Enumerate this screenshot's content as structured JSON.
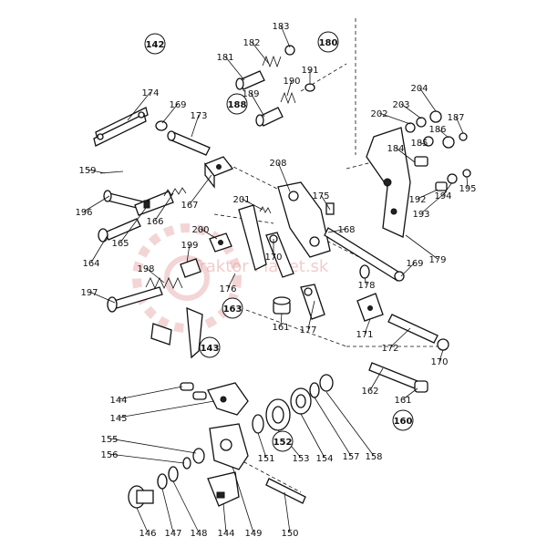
{
  "watermark": "Traktor Planet.sk",
  "labels": [
    "142",
    "174",
    "169",
    "173",
    "159",
    "196",
    "165",
    "164",
    "166",
    "167",
    "200",
    "199",
    "198",
    "197",
    "176",
    "163",
    "143",
    "183",
    "182",
    "181",
    "180",
    "191",
    "190",
    "189",
    "188",
    "208",
    "201",
    "175",
    "168",
    "170",
    "161",
    "177",
    "171",
    "172",
    "178",
    "169b",
    "179",
    "203",
    "204",
    "202",
    "185",
    "186",
    "187",
    "184",
    "192",
    "194",
    "195",
    "193",
    "144",
    "145",
    "155",
    "156",
    "151",
    "152",
    "153",
    "154",
    "157",
    "158",
    "160",
    "162",
    "161b",
    "170b",
    "146",
    "147",
    "148",
    "144b",
    "149",
    "150"
  ],
  "label_text": {
    "142": "142",
    "174": "174",
    "169": "169",
    "173": "173",
    "159": "159",
    "196": "196",
    "165": "165",
    "164": "164",
    "166": "166",
    "167": "167",
    "200": "200",
    "199": "199",
    "198": "198",
    "197": "197",
    "176": "176",
    "163": "163",
    "143": "143",
    "183": "183",
    "182": "182",
    "181": "181",
    "180": "180",
    "191": "191",
    "190": "190",
    "189": "189",
    "188": "188",
    "208": "208",
    "201": "201",
    "175": "175",
    "168": "168",
    "170": "170",
    "161": "161",
    "177": "177",
    "171": "171",
    "172": "172",
    "178": "178",
    "169b": "169",
    "179": "179",
    "203": "203",
    "204": "204",
    "202": "202",
    "185": "185",
    "186": "186",
    "187": "187",
    "184": "184",
    "192": "192",
    "194": "194",
    "195": "195",
    "193": "193",
    "144": "144",
    "145": "145",
    "155": "155",
    "156": "156",
    "151": "151",
    "152": "152",
    "153": "153",
    "154": "154",
    "157": "157",
    "158": "158",
    "160": "160",
    "162": "162",
    "161b": "161",
    "170b": "170",
    "146": "146",
    "147": "147",
    "148": "148",
    "144b": "144",
    "149": "149",
    "150": "150"
  },
  "circled": [
    "142",
    "180",
    "188",
    "163",
    "143",
    "152",
    "160"
  ]
}
